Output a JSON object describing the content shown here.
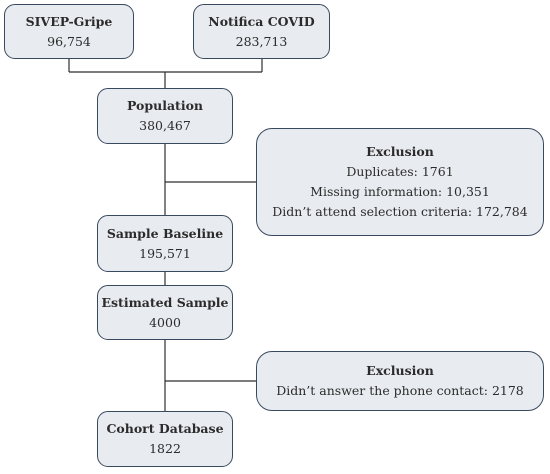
{
  "boxes": {
    "sivep": {
      "title": "SIVEP-Gripe",
      "value": "96,754"
    },
    "notifica": {
      "title": "Notifica COVID",
      "value": "283,713"
    },
    "population": {
      "title": "Population",
      "value": "380,467"
    },
    "exclusion1": {
      "title": "Exclusion",
      "lines": [
        "Duplicates: 1761",
        "Missing information: 10,351",
        "Didn’t attend selection criteria: 172,784"
      ]
    },
    "baseline": {
      "title": "Sample Baseline",
      "value": "195,571"
    },
    "estimated": {
      "title": "Estimated Sample",
      "value": "4000"
    },
    "exclusion2": {
      "title": "Exclusion",
      "lines": [
        "Didn’t answer the phone contact: 2178"
      ]
    },
    "cohort": {
      "title": "Cohort Database",
      "value": "1822"
    }
  }
}
